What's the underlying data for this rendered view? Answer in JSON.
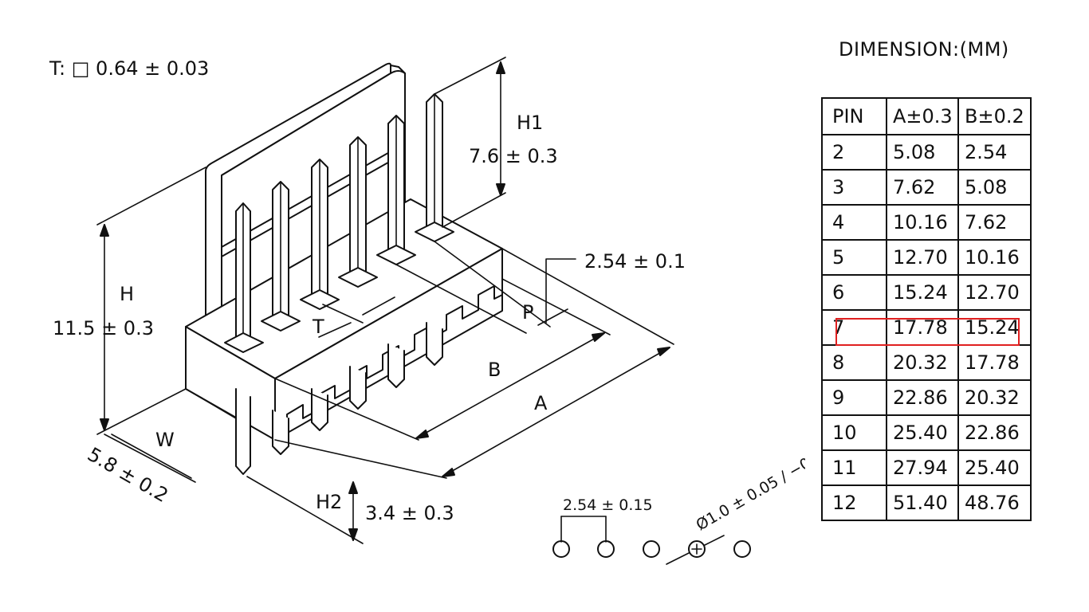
{
  "drawing": {
    "thickness": "T: □ 0.64 ± 0.03",
    "h1_label": "H1",
    "h1_value": "7.6 ± 0.3",
    "h_label": "H",
    "h_value": "11.5 ± 0.3",
    "pitch_value": "2.54 ± 0.1",
    "p_label": "P",
    "t_label": "T",
    "b_label": "B",
    "a_label": "A",
    "w_label": "W",
    "w_value": "5.8 ± 0.2",
    "h2_label": "H2",
    "h2_value": "3.4 ± 0.3",
    "hole_pitch": "2.54 ± 0.15",
    "hole_diameter": "Ø1.0 ± 0.05 / −0"
  },
  "dimensions": {
    "title": "DIMENSION:(MM)",
    "headers": [
      "PIN",
      "A±0.3",
      "B±0.2"
    ],
    "rows": [
      [
        "2",
        "5.08",
        "2.54"
      ],
      [
        "3",
        "7.62",
        "5.08"
      ],
      [
        "4",
        "10.16",
        "7.62"
      ],
      [
        "5",
        "12.70",
        "10.16"
      ],
      [
        "6",
        "15.24",
        "12.70"
      ],
      [
        "7",
        "17.78",
        "15.24"
      ],
      [
        "8",
        "20.32",
        "17.78"
      ],
      [
        "9",
        "22.86",
        "20.32"
      ],
      [
        "10",
        "25.40",
        "22.86"
      ],
      [
        "11",
        "27.94",
        "25.40"
      ],
      [
        "12",
        "51.40",
        "48.76"
      ]
    ],
    "highlighted_pin": "7",
    "highlight_color": "#e02020"
  }
}
